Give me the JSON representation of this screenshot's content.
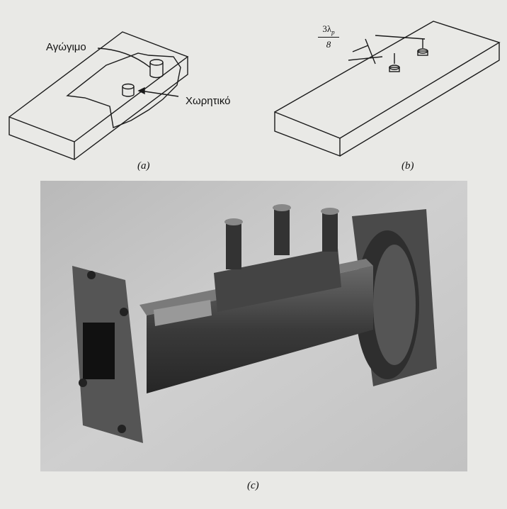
{
  "figure": {
    "panel_a": {
      "label_conductive": "Αγώγιμο",
      "label_capacitive": "Χωρητικό",
      "caption": "(a)"
    },
    "panel_b": {
      "spacing_numerator": "3λ",
      "spacing_subscript": "p",
      "spacing_denominator": "8",
      "caption": "(b)"
    },
    "panel_c": {
      "caption": "(c)"
    }
  }
}
